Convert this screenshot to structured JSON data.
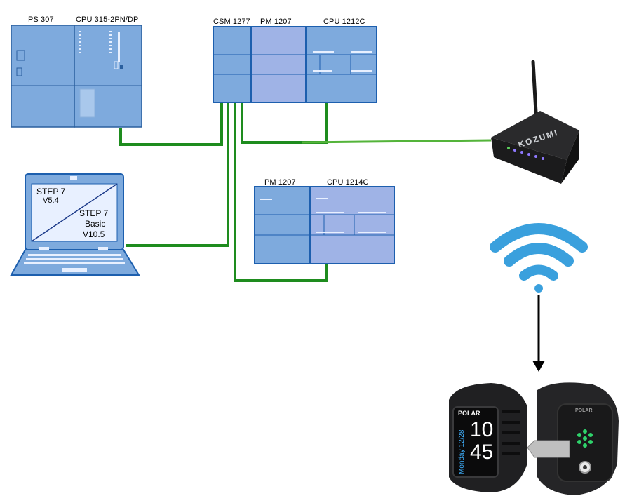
{
  "devices": {
    "ps307": "PS 307",
    "cpu315": "CPU 315-2PN/DP",
    "csm1277": "CSM 1277",
    "pm1207_top": "PM 1207",
    "cpu1212c": "CPU 1212C",
    "pm1207_bottom": "PM 1207",
    "cpu1214c": "CPU 1214C"
  },
  "laptop": {
    "line1": "STEP 7",
    "line2": "V5.4",
    "line3": "STEP 7",
    "line4": "Basic",
    "line5": "V10.5"
  },
  "router": {
    "brand": "KOZUMI"
  },
  "watch": {
    "brand": "POLAR",
    "brand_back": "POLAR",
    "day": "Monday 12/28",
    "hour": "10",
    "minute": "45"
  },
  "colors": {
    "plc_blue": "#7aa6dc",
    "plc_border": "#1d5fae",
    "cable_green": "#1e8c1e",
    "wifi_blue": "#3aa0dd"
  }
}
